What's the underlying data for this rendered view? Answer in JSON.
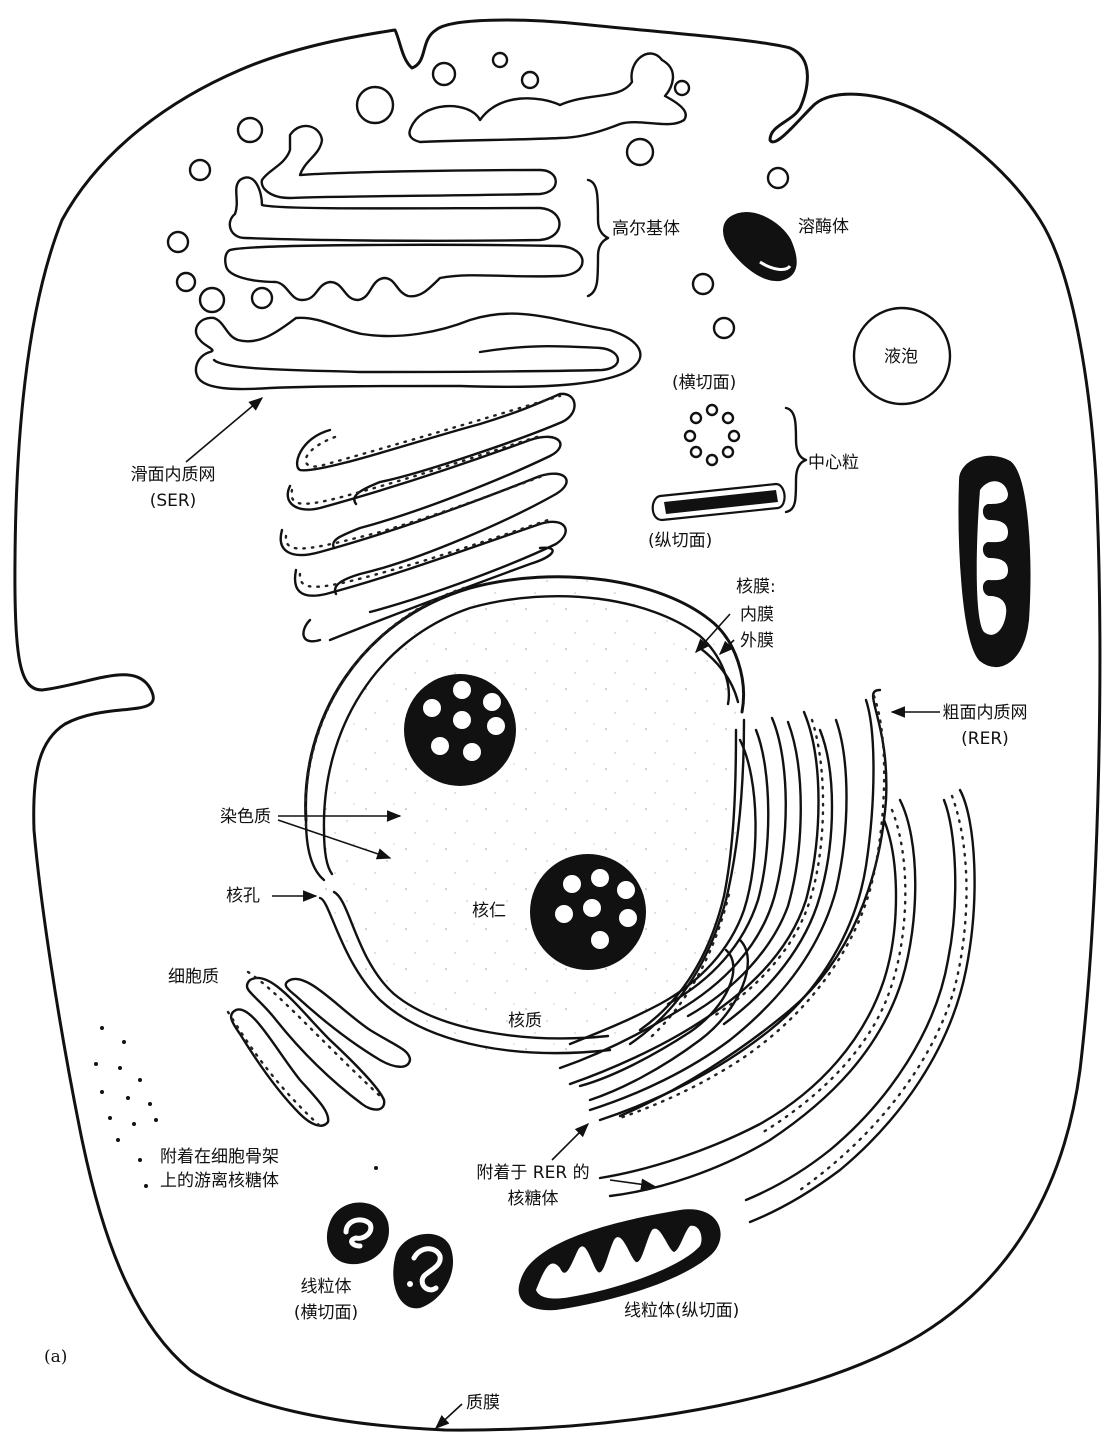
{
  "labels": {
    "golgi": "高尔基体",
    "lysosome": "溶酶体",
    "vacuole": "液泡",
    "centriole_cross": "(横切面)",
    "centriole": "中心粒",
    "centriole_long": "(纵切面)",
    "ser_line1": "滑面内质网",
    "ser_line2": "(SER)",
    "nuclear_envelope": "核膜:",
    "inner_membrane": "内膜",
    "outer_membrane": "外膜",
    "rer_line1": "粗面内质网",
    "rer_line2": "(RER)",
    "chromatin": "染色质",
    "nuclear_pore": "核孔",
    "nucleolus": "核仁",
    "cytoplasm": "细胞质",
    "nucleoplasm": "核质",
    "free_ribo_line1": "附着在细胞骨架",
    "free_ribo_line2": "上的游离核糖体",
    "bound_ribo_line1": "附着于 RER 的",
    "bound_ribo_line2": "核糖体",
    "mito_cross_line1": "线粒体",
    "mito_cross_line2": "(横切面)",
    "mito_long": "线粒体(纵切面)",
    "panel": "(a)",
    "plasma_membrane": "质膜"
  }
}
